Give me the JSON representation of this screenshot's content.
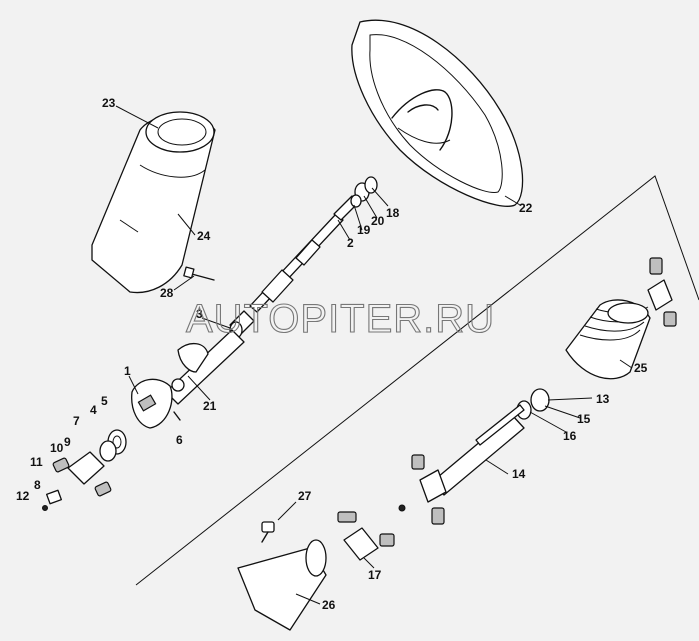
{
  "watermark": "AUTOPITER.RU",
  "labels": {
    "p1": "1",
    "p2": "2",
    "p3": "3",
    "p4": "4",
    "p5": "5",
    "p6": "6",
    "p7": "7",
    "p8": "8",
    "p9": "9",
    "p10": "10",
    "p11": "11",
    "p12": "12",
    "p13": "13",
    "p14": "14",
    "p15": "15",
    "p16": "16",
    "p17": "17",
    "p18": "18",
    "p19": "19",
    "p20": "20",
    "p21": "21",
    "p22": "22",
    "p23": "23",
    "p24": "24",
    "p25": "25",
    "p26": "26",
    "p27": "27",
    "p28": "28"
  }
}
